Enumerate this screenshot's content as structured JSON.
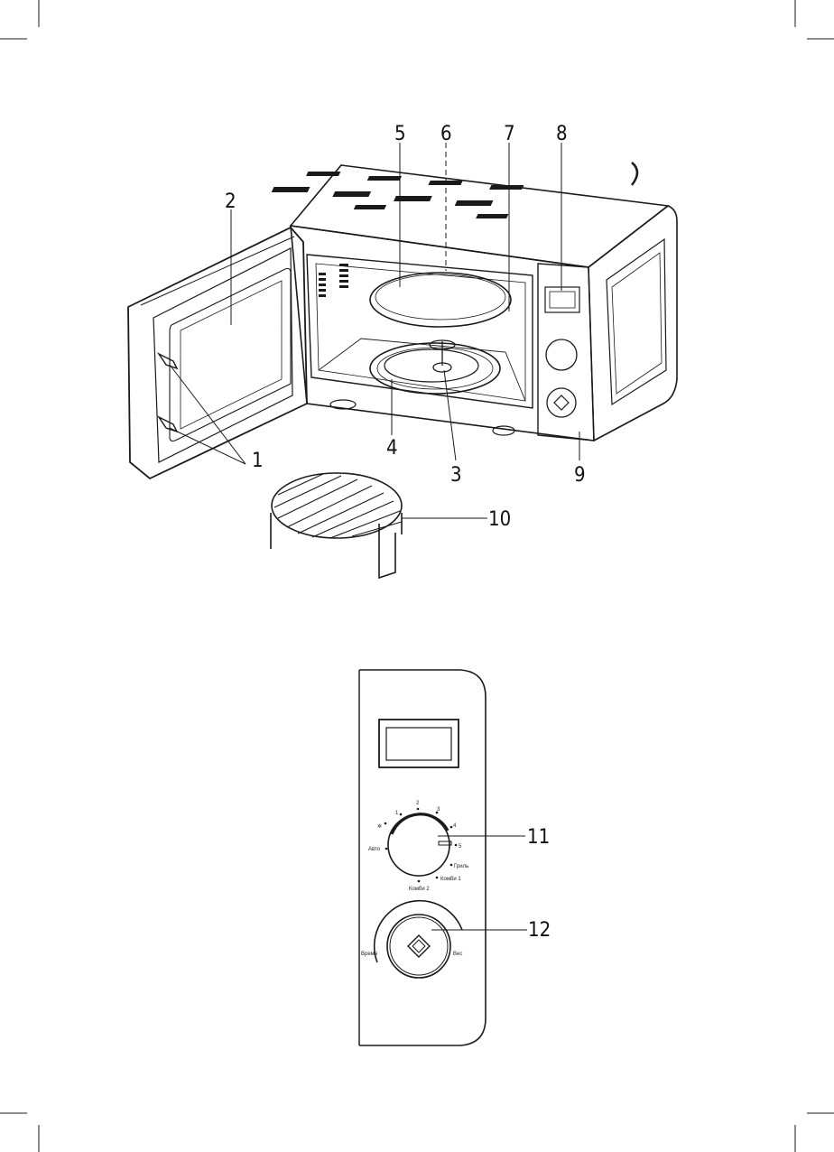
{
  "colors": {
    "ink": "#1a1a1a",
    "paper": "#ffffff"
  },
  "callouts": {
    "c1": "1",
    "c2": "2",
    "c3": "3",
    "c4": "4",
    "c5": "5",
    "c6": "6",
    "c7": "7",
    "c8": "8",
    "c9": "9",
    "c10": "10",
    "c11": "11",
    "c12": "12"
  },
  "dial": {
    "marks": [
      "1",
      "2",
      "3",
      "4",
      "5",
      "Гриль",
      "Комби 1",
      "Комби 2",
      "Авто"
    ]
  },
  "knob": {
    "left_label": "Время",
    "right_label": "Вес"
  }
}
